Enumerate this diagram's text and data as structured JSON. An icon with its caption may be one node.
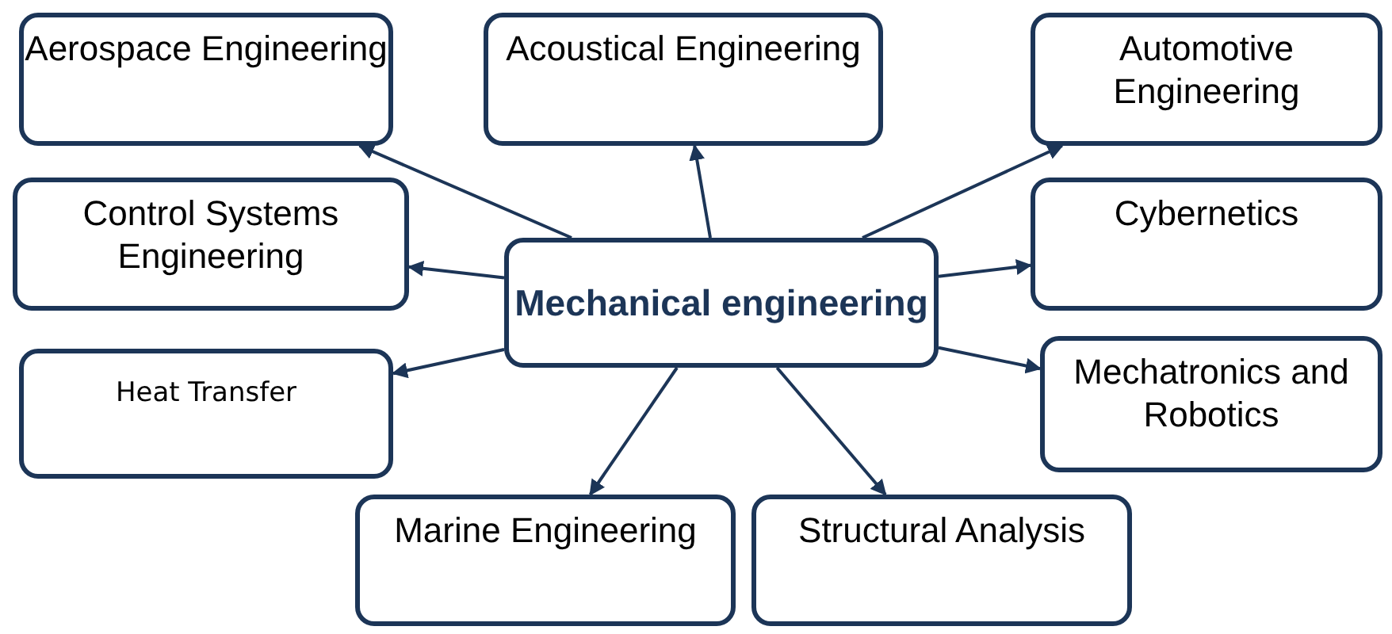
{
  "diagram": {
    "nodes": [
      {
        "text": [
          "Aerospace Engineering"
        ]
      },
      {
        "text": [
          "Acoustical Engineering"
        ]
      },
      {
        "text": [
          "Automotive Engineering"
        ]
      },
      {
        "text": [
          "Control Systems Engineering"
        ]
      },
      {
        "text": [
          "Mechanical engineering"
        ]
      },
      {
        "text": [
          "Cybernetics"
        ]
      },
      {
        "text": [
          "Heat Transfer"
        ]
      },
      {
        "text": [
          "Mechatronics and Robotics"
        ]
      },
      {
        "text": [
          "Marine Engineering"
        ]
      },
      {
        "text": [
          "Structural Analysis"
        ]
      }
    ],
    "edges": [
      {
        "from": 4,
        "to": 0,
        "arrow": "to"
      },
      {
        "from": 4,
        "to": 1,
        "arrow": "to"
      },
      {
        "from": 4,
        "to": 2,
        "arrow": "to"
      },
      {
        "from": 4,
        "to": 3,
        "arrow": "to"
      },
      {
        "from": 4,
        "to": 5,
        "arrow": "to"
      },
      {
        "from": 4,
        "to": 6,
        "arrow": "to"
      },
      {
        "from": 4,
        "to": 7,
        "arrow": "to"
      },
      {
        "from": 4,
        "to": 8,
        "arrow": "to"
      },
      {
        "from": 4,
        "to": 9,
        "arrow": "to"
      }
    ]
  }
}
